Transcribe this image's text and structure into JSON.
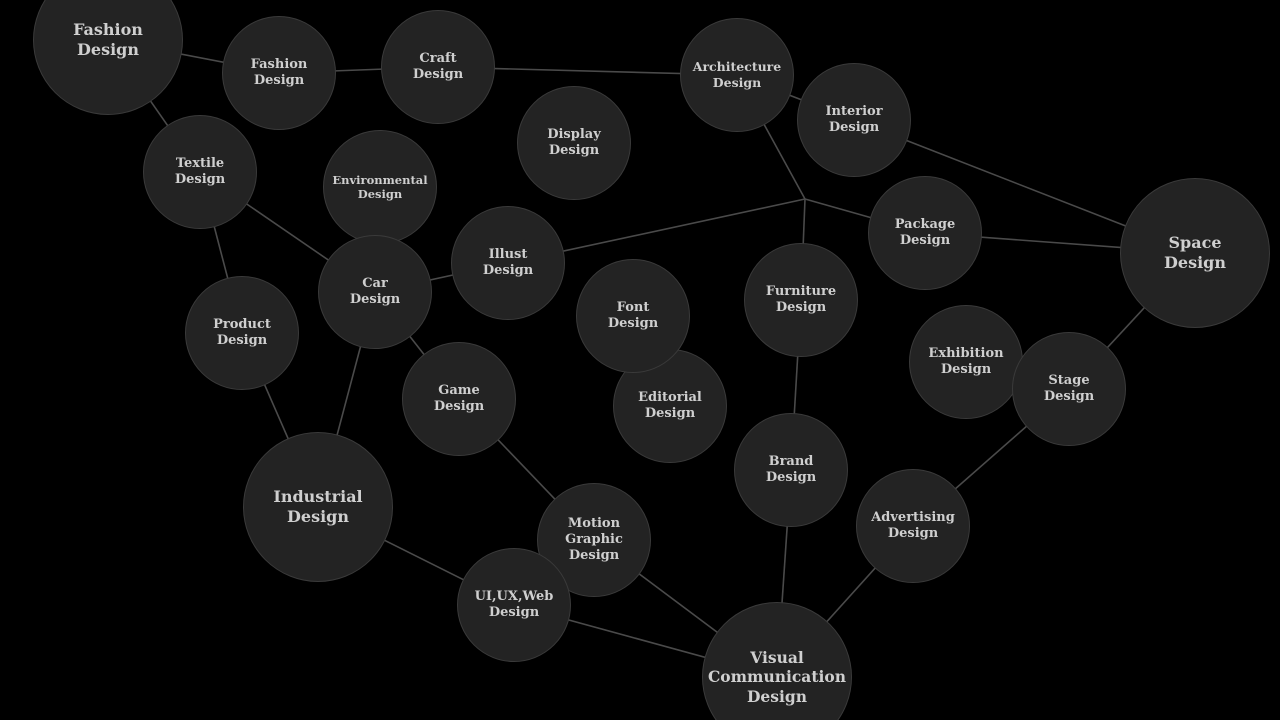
{
  "colors": {
    "background": "#000000",
    "node_fill": "#232323",
    "node_border": "#3a3a3a",
    "edge": "#4a4a4a",
    "label": "#cfcfcf"
  },
  "nodes": {
    "fashion_design_main": {
      "label": "Fashion\nDesign"
    },
    "fashion_design": {
      "label": "Fashion\nDesign"
    },
    "craft_design": {
      "label": "Craft\nDesign"
    },
    "display_design": {
      "label": "Display\nDesign"
    },
    "architecture_design": {
      "label": "Architecture\nDesign"
    },
    "interior_design": {
      "label": "Interior\nDesign"
    },
    "textile_design": {
      "label": "Textile\nDesign"
    },
    "environmental_design": {
      "label": "Environmental\nDesign"
    },
    "package_design": {
      "label": "Package\nDesign"
    },
    "space_design": {
      "label": "Space\nDesign"
    },
    "illust_design": {
      "label": "Illust\nDesign"
    },
    "car_design": {
      "label": "Car\nDesign"
    },
    "font_design": {
      "label": "Font\nDesign"
    },
    "furniture_design": {
      "label": "Furniture\nDesign"
    },
    "product_design": {
      "label": "Product\nDesign"
    },
    "exhibition_design": {
      "label": "Exhibition\nDesign"
    },
    "stage_design": {
      "label": "Stage\nDesign"
    },
    "editorial_design": {
      "label": "Editorial\nDesign"
    },
    "game_design": {
      "label": "Game\nDesign"
    },
    "brand_design": {
      "label": "Brand\nDesign"
    },
    "industrial_design": {
      "label": "Industrial Design"
    },
    "advertising_design": {
      "label": "Advertising\nDesign"
    },
    "motion_graphic_design": {
      "label": "Motion\nGraphic\nDesign"
    },
    "ui_ux_web_design": {
      "label": "UI,UX,Web\nDesign"
    },
    "visual_communication_design": {
      "label": "Visual\nCommunication\nDesign"
    }
  },
  "edges": [
    [
      "fashion_design_main",
      "fashion_design"
    ],
    [
      "fashion_design",
      "craft_design"
    ],
    [
      "craft_design",
      "architecture_design"
    ],
    [
      "architecture_design",
      "interior_design"
    ],
    [
      "interior_design",
      "space_design"
    ],
    [
      "fashion_design_main",
      "textile_design"
    ],
    [
      "textile_design",
      "product_design"
    ],
    [
      "textile_design",
      "car_design"
    ],
    [
      "product_design",
      "industrial_design"
    ],
    [
      "car_design",
      "industrial_design"
    ],
    [
      "car_design",
      "illust_design"
    ],
    [
      "car_design",
      "game_design"
    ],
    [
      "illust_design",
      "junction"
    ],
    [
      "architecture_design",
      "junction"
    ],
    [
      "junction",
      "package_design"
    ],
    [
      "junction",
      "furniture_design"
    ],
    [
      "package_design",
      "space_design"
    ],
    [
      "space_design",
      "stage_design"
    ],
    [
      "stage_design",
      "advertising_design"
    ],
    [
      "advertising_design",
      "visual_communication_design"
    ],
    [
      "furniture_design",
      "brand_design"
    ],
    [
      "brand_design",
      "visual_communication_design"
    ],
    [
      "game_design",
      "motion_graphic_design"
    ],
    [
      "motion_graphic_design",
      "visual_communication_design"
    ],
    [
      "industrial_design",
      "ui_ux_web_design"
    ],
    [
      "ui_ux_web_design",
      "visual_communication_design"
    ]
  ]
}
